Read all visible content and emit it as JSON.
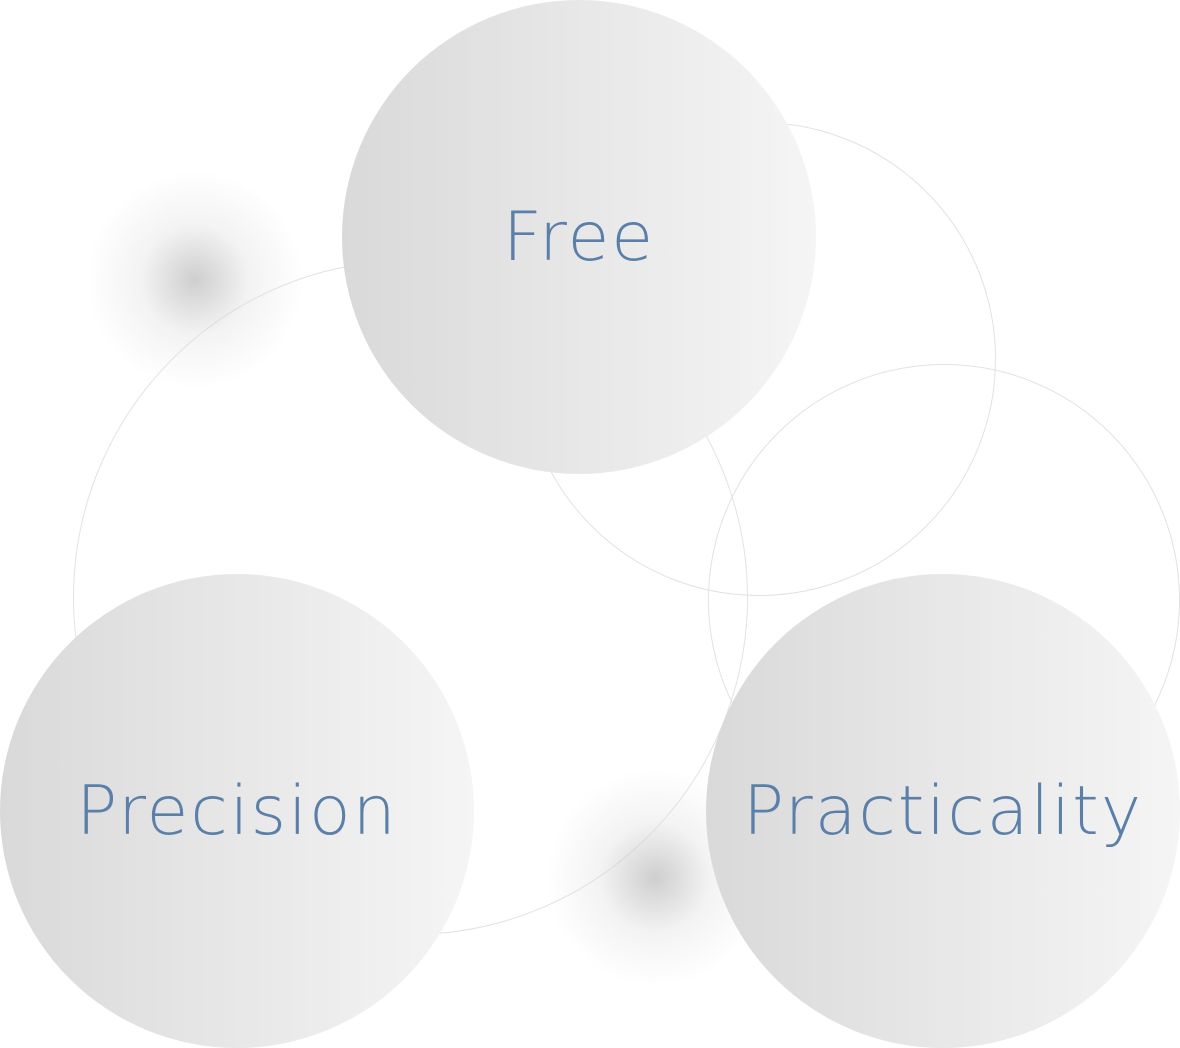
{
  "colors": {
    "label": "#5a7fa8",
    "ring": "#e2e2e2"
  },
  "nodes": [
    {
      "label": "Free"
    },
    {
      "label": "Precision"
    },
    {
      "label": "Practicality"
    }
  ]
}
